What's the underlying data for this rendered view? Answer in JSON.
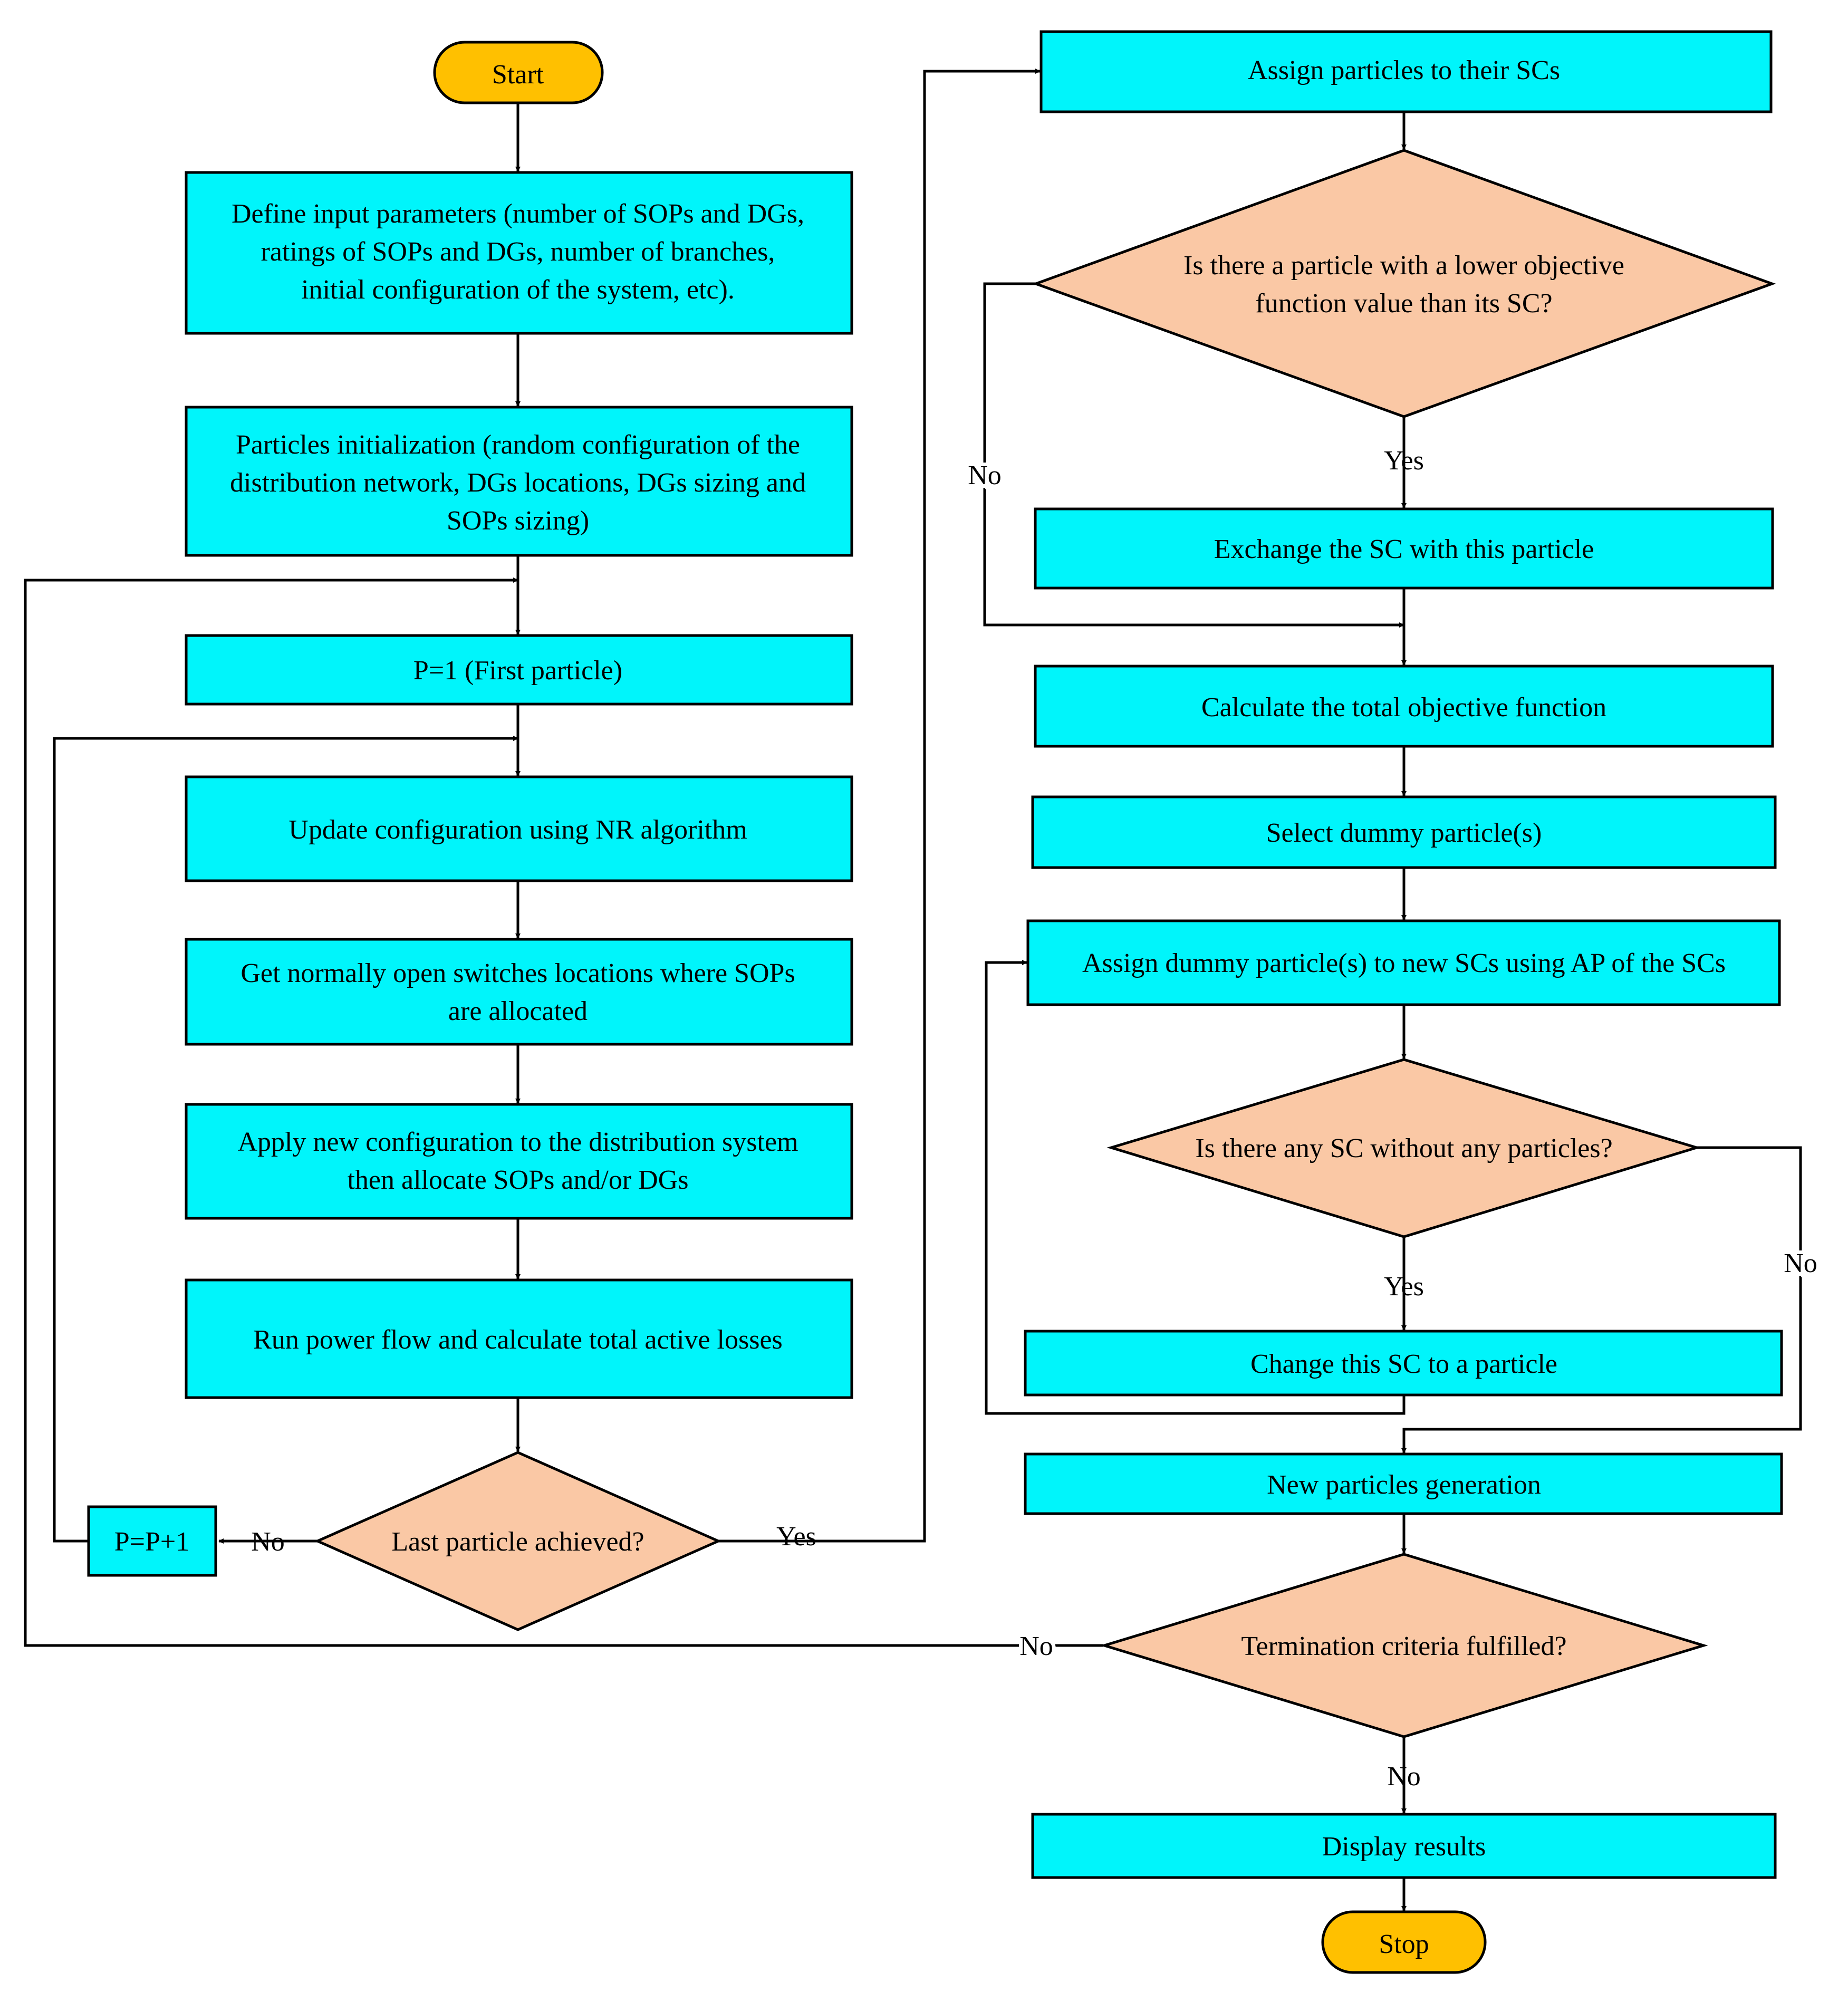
{
  "left": {
    "start": "Start",
    "define": [
      "Define input parameters (number of SOPs and DGs,",
      "ratings of SOPs and DGs, number of branches,",
      "initial configuration of the system, etc)."
    ],
    "init": [
      "Particles initialization (random configuration of the",
      "distribution network, DGs locations, DGs sizing and",
      "SOPs sizing)"
    ],
    "p1": "P=1 (First particle)",
    "update": "Update configuration using NR algorithm",
    "get": [
      "Get normally open switches locations where SOPs",
      "are allocated"
    ],
    "apply": [
      "Apply new configuration to the distribution system",
      "then allocate SOPs and/or DGs"
    ],
    "run": "Run power flow and calculate total active losses",
    "last": "Last particle achieved?",
    "pp": "P=P+1",
    "no": "No",
    "yes": "Yes"
  },
  "right": {
    "assign": "Assign particles to their SCs",
    "lower": [
      "Is there a particle with a lower objective",
      "function value than its SC?"
    ],
    "yes1": "Yes",
    "no1": "No",
    "exchange": "Exchange the SC with this particle",
    "calc": "Calculate the total objective function",
    "select": "Select dummy particle(s)",
    "assign_dummy": "Assign dummy particle(s) to new SCs using AP of the SCs",
    "any": "Is there any SC without any particles?",
    "yes2": "Yes",
    "no2": "No",
    "change": "Change this SC to a particle",
    "newgen": "New particles generation",
    "term": "Termination criteria fulfilled?",
    "no3": "No",
    "no4": "No",
    "display": "Display results",
    "stop": "Stop"
  },
  "colors": {
    "process": "#00f5fb",
    "decision": "#fac8a5",
    "terminal": "#ffc000"
  }
}
